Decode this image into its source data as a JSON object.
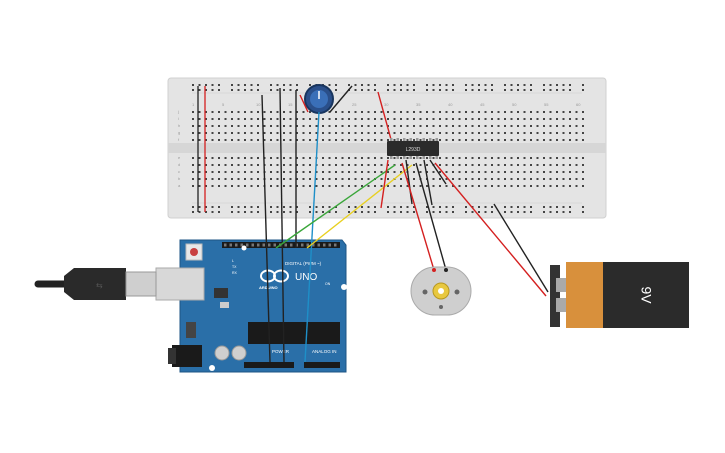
{
  "breadboard": {
    "row_letters_top": [
      "j",
      "i",
      "h",
      "g",
      "f"
    ],
    "row_letters_bottom": [
      "e",
      "d",
      "c",
      "b",
      "a"
    ],
    "column_numbers": [
      "1",
      "5",
      "10",
      "15",
      "20",
      "25",
      "30",
      "35",
      "40",
      "45",
      "50",
      "55",
      "60"
    ]
  },
  "chip": {
    "label": "L293D"
  },
  "arduino": {
    "brand": "ARDUINO",
    "model": "UNO",
    "digital_label": "DIGITAL (PWM ~)",
    "power_label": "POWER",
    "analog_label": "ANALOG IN",
    "tx_label": "TX",
    "rx_label": "RX",
    "l_label": "L",
    "on_label": "ON"
  },
  "battery": {
    "label": "9V"
  },
  "colors": {
    "wire_red": "#d42020",
    "wire_black": "#222222",
    "wire_green": "#3aa63a",
    "wire_yellow": "#e8d020",
    "wire_blue": "#1e8fc8",
    "board_blue": "#2a6fa8",
    "battery_orange": "#d8903c",
    "battery_dark": "#2b2b2b"
  }
}
